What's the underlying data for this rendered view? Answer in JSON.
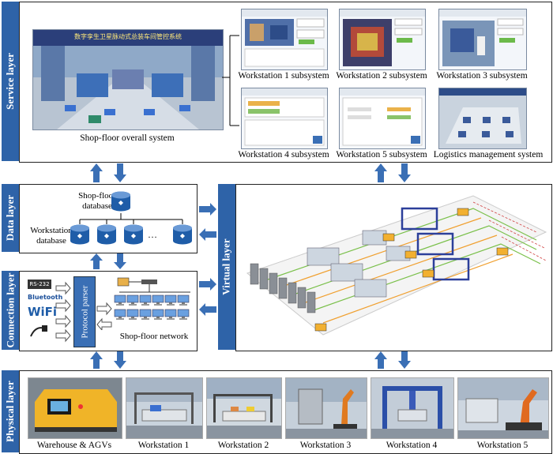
{
  "layers": {
    "service": "Service layer",
    "data": "Data layer",
    "connection": "Connection layer",
    "physical": "Physical layer",
    "virtual": "Virtual layer"
  },
  "service": {
    "overall_caption": "Shop-floor overall system",
    "overall_screen_title": "数字孪生卫星脉动式总装车间管控系统",
    "subsystems": [
      "Workstation 1 subsystem",
      "Workstation 2 subsystem",
      "Workstation 3 subsystem",
      "Workstation 4 subsystem",
      "Workstation 5 subsystem",
      "Logistics management system"
    ]
  },
  "data": {
    "shopfloor_db": "Shop-floor database",
    "workstation_db": "Workstation database",
    "ellipsis": "…"
  },
  "connection": {
    "rs232": "RS-232",
    "bluetooth": "Bluetooth",
    "wifi": "WiFi",
    "parser": "Protocol parser",
    "network": "Shop-floor network"
  },
  "physical": {
    "items": [
      "Warehouse & AGVs",
      "Workstation 1",
      "Workstation 2",
      "Workstation 3",
      "Workstation 4",
      "Workstation 5"
    ]
  },
  "colors": {
    "layer_bar": "#2e63a8",
    "arrow": "#3a6fb5"
  }
}
